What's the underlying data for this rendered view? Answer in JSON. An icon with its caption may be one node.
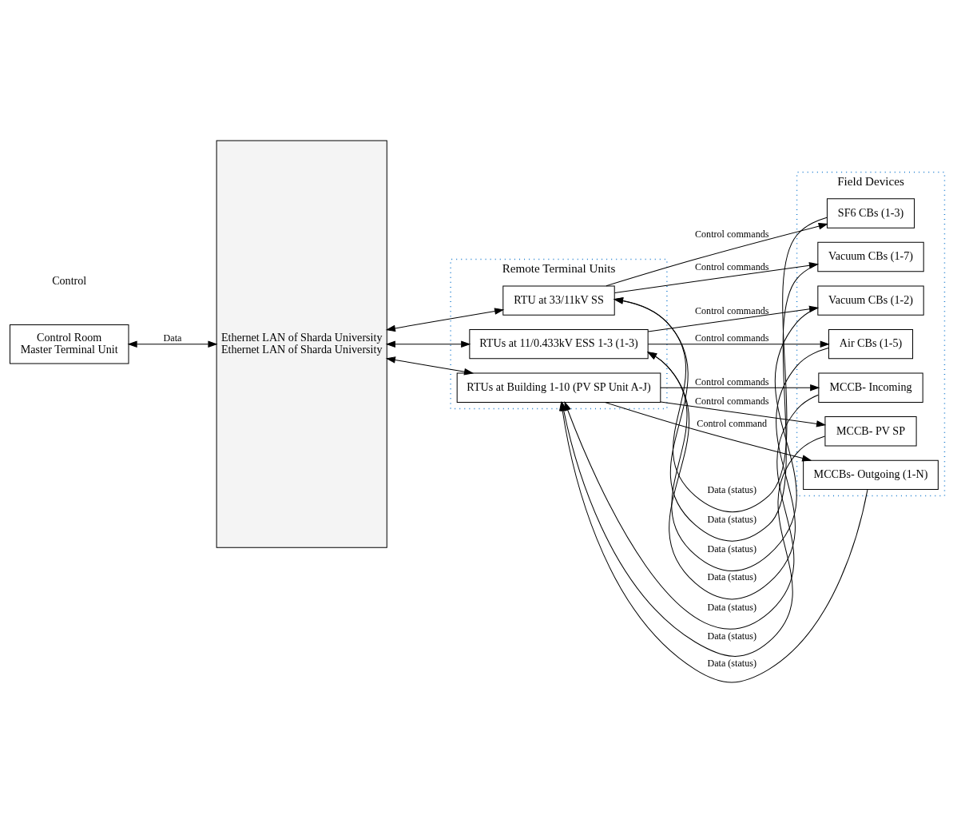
{
  "diagram": {
    "nodes": [
      {
        "text": [
          "Control Room",
          "Master Terminal Unit"
        ]
      },
      {
        "text": [
          "Ethernet LAN of Sharda University",
          "Ethernet LAN of Sharda University"
        ]
      },
      {
        "text": [
          "Remote Terminal Units"
        ]
      },
      {
        "text": [
          "RTU at 33/11kV SS"
        ],
        "in": 2
      },
      {
        "text": [
          "RTUs at 11/0.433kV ESS 1-3 (1-3)"
        ],
        "in": 2
      },
      {
        "text": [
          "RTUs at Building 1-10 (PV SP Unit A-J)"
        ],
        "in": 2
      },
      {
        "text": [
          "Field Devices"
        ]
      },
      {
        "text": [
          "SF6 CBs (1-3)"
        ],
        "in": 6
      },
      {
        "text": [
          "Vacuum CBs (1-7)"
        ],
        "in": 6
      },
      {
        "text": [
          "Vacuum CBs (1-2)"
        ],
        "in": 6
      },
      {
        "text": [
          "Air CBs (1-5)"
        ],
        "in": 6
      },
      {
        "text": [
          "MCCB- Incoming"
        ],
        "in": 6
      },
      {
        "text": [
          "MCCB- PV SP"
        ],
        "in": 6
      },
      {
        "text": [
          "MCCBs- Outgoing (1-N)"
        ],
        "in": 6
      }
    ],
    "edges": [
      {
        "from": 0,
        "to": 1,
        "arrow": "both",
        "label": "Data"
      },
      {
        "from": 1,
        "to": 3,
        "arrow": "both"
      },
      {
        "from": 1,
        "to": 4,
        "arrow": "both"
      },
      {
        "from": 1,
        "to": 5,
        "arrow": "both"
      },
      {
        "from": 7,
        "to": 3,
        "arrow": "to",
        "label": "Data (status)"
      },
      {
        "from": 3,
        "to": 7,
        "arrow": "to",
        "label": "Control commands"
      },
      {
        "from": 8,
        "to": 3,
        "arrow": "to",
        "label": "Data (status)"
      },
      {
        "from": 3,
        "to": 8,
        "arrow": "to",
        "label": "Control commands"
      },
      {
        "from": 9,
        "to": 4,
        "arrow": "to",
        "label": "Data (status)"
      },
      {
        "from": 4,
        "to": 9,
        "arrow": "to",
        "label": "Control commands"
      },
      {
        "from": 10,
        "to": 4,
        "arrow": "to",
        "label": "Data (status)"
      },
      {
        "from": 4,
        "to": 10,
        "arrow": "to",
        "label": "Control commands"
      },
      {
        "from": 11,
        "to": 5,
        "arrow": "to",
        "label": "Data (status)"
      },
      {
        "from": 5,
        "to": 11,
        "arrow": "to",
        "label": "Control commands"
      },
      {
        "from": 12,
        "to": 5,
        "arrow": "to",
        "label": "Data (status)"
      },
      {
        "from": 5,
        "to": 12,
        "arrow": "to",
        "label": "Control commands"
      },
      {
        "from": 13,
        "to": 5,
        "arrow": "to",
        "label": "Data (status)"
      },
      {
        "from": 5,
        "to": 13,
        "arrow": "to",
        "label": "Control command"
      }
    ],
    "labels": [
      "Control"
    ]
  }
}
